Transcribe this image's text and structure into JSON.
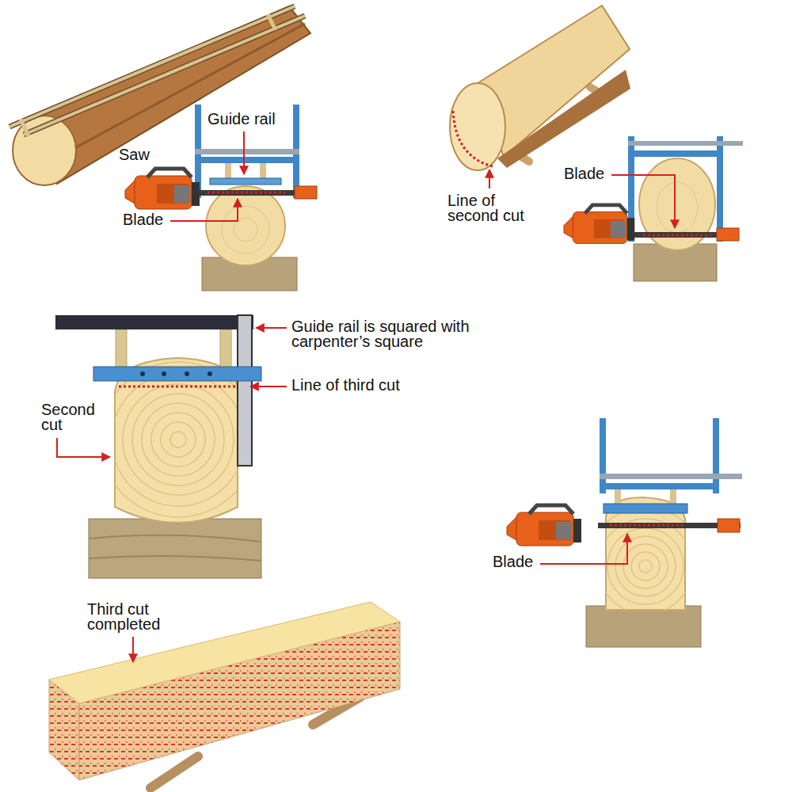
{
  "diagram": {
    "labels": [
      "Guide rail",
      "Saw",
      "Blade",
      "Line of second cut",
      "Blade",
      "Guide rail is squared with carpenter’s square",
      "Line of third cut",
      "Second cut",
      "Third cut completed",
      "Blade"
    ]
  }
}
